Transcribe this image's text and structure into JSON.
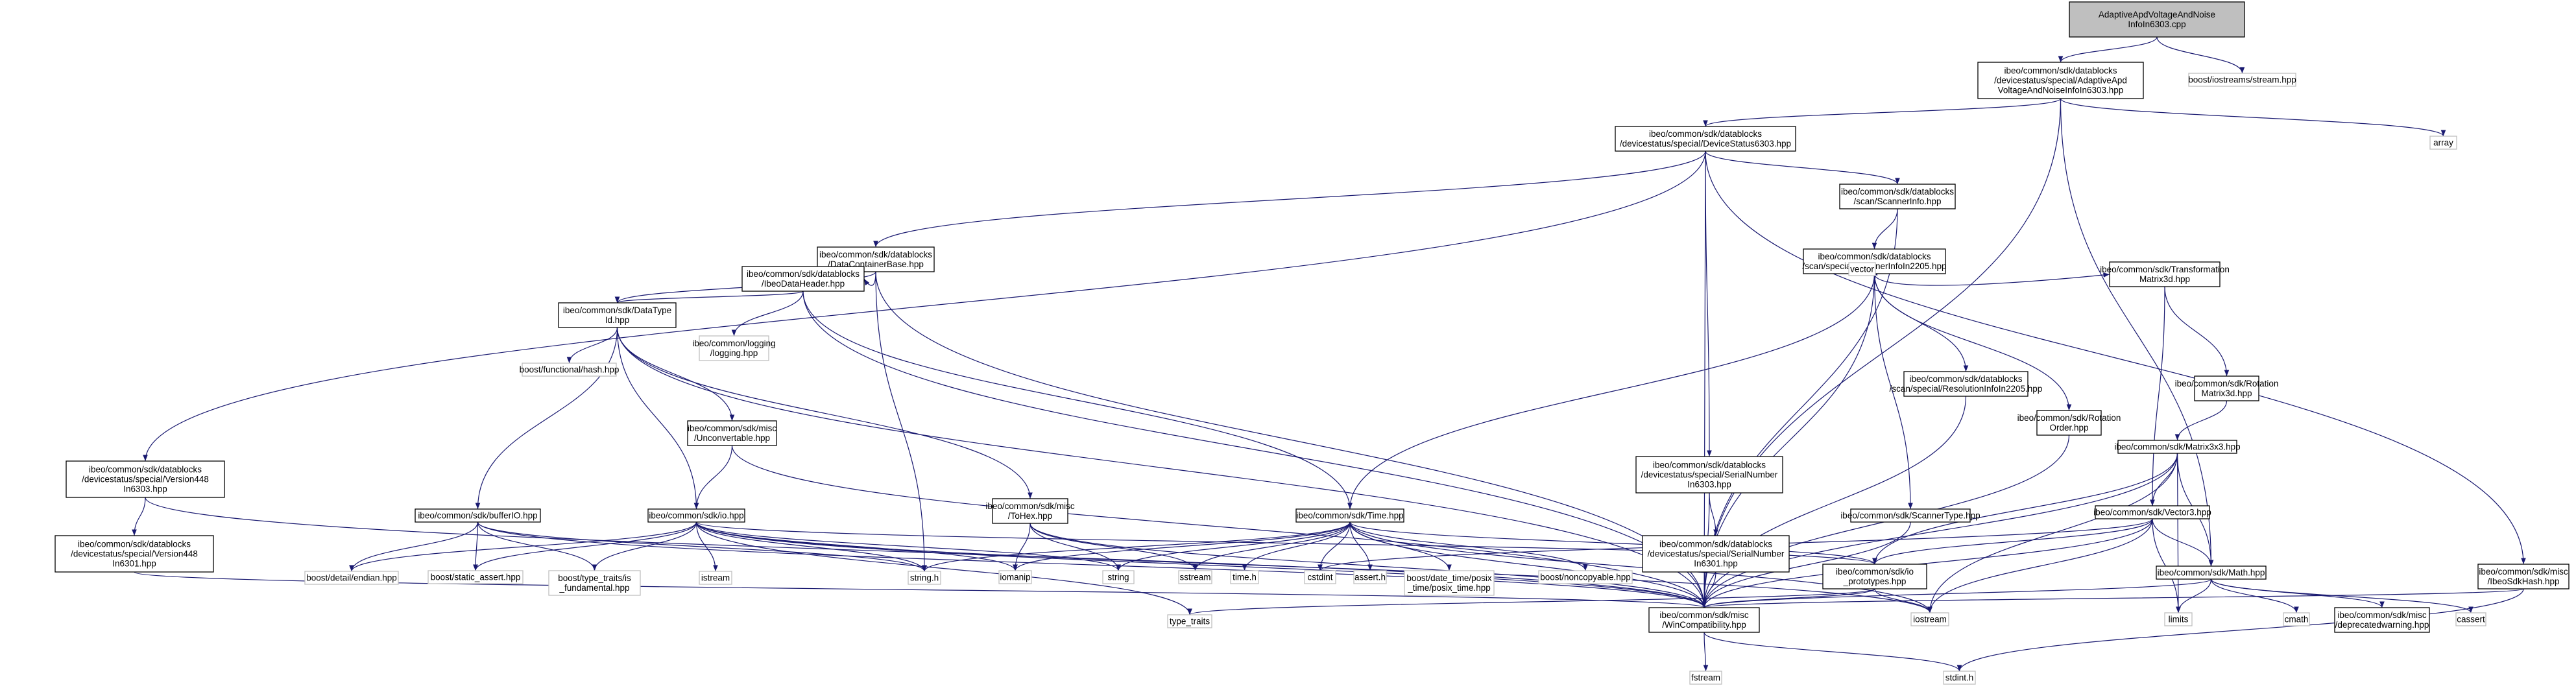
{
  "colors": {
    "edge": "#191970",
    "root_fill": "#bfbfbf",
    "box_border": "#000000",
    "external_border": "#bfbfbf",
    "text": "#000000"
  },
  "nodes": [
    {
      "id": "root",
      "lines": [
        "AdaptiveApdVoltageAndNoise",
        "InfoIn6303.cpp"
      ],
      "kind": "root"
    },
    {
      "id": "adaptive_hpp",
      "lines": [
        "ibeo/common/sdk/datablocks",
        "/devicestatus/special/AdaptiveApd",
        "VoltageAndNoiseInfoIn6303.hpp"
      ]
    },
    {
      "id": "boost_iostreams",
      "lines": [
        "boost/iostreams/stream.hpp"
      ],
      "kind": "ext"
    },
    {
      "id": "devstat6303",
      "lines": [
        "ibeo/common/sdk/datablocks",
        "/devicestatus/special/DeviceStatus6303.hpp"
      ]
    },
    {
      "id": "array",
      "lines": [
        "array"
      ],
      "kind": "ext"
    },
    {
      "id": "scannerinfo",
      "lines": [
        "ibeo/common/sdk/datablocks",
        "/scan/ScannerInfo.hpp"
      ]
    },
    {
      "id": "dcbase",
      "lines": [
        "ibeo/common/sdk/datablocks",
        "/DataContainerBase.hpp"
      ]
    },
    {
      "id": "scaninfo2205",
      "lines": [
        "ibeo/common/sdk/datablocks",
        "/scan/special/ScannerInfoIn2205.hpp"
      ]
    },
    {
      "id": "ibeoheader",
      "lines": [
        "ibeo/common/sdk/datablocks",
        "/IbeoDataHeader.hpp"
      ]
    },
    {
      "id": "vector",
      "lines": [
        "vector"
      ],
      "kind": "ext"
    },
    {
      "id": "transmat",
      "lines": [
        "ibeo/common/sdk/Transformation",
        "Matrix3d.hpp"
      ]
    },
    {
      "id": "datatypeid",
      "lines": [
        "ibeo/common/sdk/DataType",
        "Id.hpp"
      ]
    },
    {
      "id": "logging",
      "lines": [
        "ibeo/common/logging",
        "/logging.hpp"
      ],
      "kind": "ext"
    },
    {
      "id": "resinfo",
      "lines": [
        "ibeo/common/sdk/datablocks",
        "/scan/special/ResolutionInfoIn2205.hpp"
      ]
    },
    {
      "id": "rotmat",
      "lines": [
        "ibeo/common/sdk/Rotation",
        "Matrix3d.hpp"
      ]
    },
    {
      "id": "rotorder",
      "lines": [
        "ibeo/common/sdk/Rotation",
        "Order.hpp"
      ]
    },
    {
      "id": "funchash",
      "lines": [
        "boost/functional/hash.hpp"
      ],
      "kind": "ext"
    },
    {
      "id": "unconv",
      "lines": [
        "ibeo/common/sdk/misc",
        "/Unconvertable.hpp"
      ]
    },
    {
      "id": "matrix3x3",
      "lines": [
        "ibeo/common/sdk/Matrix3x3.hpp"
      ]
    },
    {
      "id": "version448_6303",
      "lines": [
        "ibeo/common/sdk/datablocks",
        "/devicestatus/special/Version448",
        "In6303.hpp"
      ]
    },
    {
      "id": "serial6303",
      "lines": [
        "ibeo/common/sdk/datablocks",
        "/devicestatus/special/SerialNumber",
        "In6303.hpp"
      ]
    },
    {
      "id": "buffero",
      "lines": [
        "ibeo/common/sdk/bufferIO.hpp"
      ]
    },
    {
      "id": "io",
      "lines": [
        "ibeo/common/sdk/io.hpp"
      ]
    },
    {
      "id": "tohex",
      "lines": [
        "ibeo/common/sdk/misc",
        "/ToHex.hpp"
      ]
    },
    {
      "id": "time",
      "lines": [
        "ibeo/common/sdk/Time.hpp"
      ]
    },
    {
      "id": "scannertype",
      "lines": [
        "ibeo/common/sdk/ScannerType.hpp"
      ]
    },
    {
      "id": "vector3",
      "lines": [
        "ibeo/common/sdk/Vector3.hpp"
      ]
    },
    {
      "id": "version448_6301",
      "lines": [
        "ibeo/common/sdk/datablocks",
        "/devicestatus/special/Version448",
        "In6301.hpp"
      ]
    },
    {
      "id": "endian",
      "lines": [
        "boost/detail/endian.hpp"
      ],
      "kind": "ext"
    },
    {
      "id": "staticassert",
      "lines": [
        "boost/static_assert.hpp"
      ],
      "kind": "ext"
    },
    {
      "id": "typetraits_is",
      "lines": [
        "boost/type_traits/is",
        "_fundamental.hpp"
      ],
      "kind": "ext"
    },
    {
      "id": "istream",
      "lines": [
        "istream"
      ],
      "kind": "ext"
    },
    {
      "id": "stringh",
      "lines": [
        "string.h"
      ],
      "kind": "ext"
    },
    {
      "id": "iomanip",
      "lines": [
        "iomanip"
      ],
      "kind": "ext"
    },
    {
      "id": "string",
      "lines": [
        "string"
      ],
      "kind": "ext"
    },
    {
      "id": "sstream",
      "lines": [
        "sstream"
      ],
      "kind": "ext"
    },
    {
      "id": "timeh",
      "lines": [
        "time.h"
      ],
      "kind": "ext"
    },
    {
      "id": "cstdint",
      "lines": [
        "cstdint"
      ],
      "kind": "ext"
    },
    {
      "id": "asserth",
      "lines": [
        "assert.h"
      ],
      "kind": "ext"
    },
    {
      "id": "posixtime",
      "lines": [
        "boost/date_time/posix",
        "_time/posix_time.hpp"
      ],
      "kind": "ext"
    },
    {
      "id": "noncopyable",
      "lines": [
        "boost/noncopyable.hpp"
      ],
      "kind": "ext"
    },
    {
      "id": "serial6301",
      "lines": [
        "ibeo/common/sdk/datablocks",
        "/devicestatus/special/SerialNumber",
        "In6301.hpp"
      ]
    },
    {
      "id": "ioproto",
      "lines": [
        "ibeo/common/sdk/io",
        "_prototypes.hpp"
      ]
    },
    {
      "id": "math",
      "lines": [
        "ibeo/common/sdk/Math.hpp"
      ]
    },
    {
      "id": "sdkhash",
      "lines": [
        "ibeo/common/sdk/misc",
        "/IbeoSdkHash.hpp"
      ]
    },
    {
      "id": "wincompat",
      "lines": [
        "ibeo/common/sdk/misc",
        "/WinCompatibility.hpp"
      ]
    },
    {
      "id": "iostream",
      "lines": [
        "iostream"
      ],
      "kind": "ext"
    },
    {
      "id": "limits",
      "lines": [
        "limits"
      ],
      "kind": "ext"
    },
    {
      "id": "cmath",
      "lines": [
        "cmath"
      ],
      "kind": "ext"
    },
    {
      "id": "deprecated",
      "lines": [
        "ibeo/common/sdk/misc",
        "/deprecatedwarning.hpp"
      ]
    },
    {
      "id": "cassert",
      "lines": [
        "cassert"
      ],
      "kind": "ext"
    },
    {
      "id": "type_traits",
      "lines": [
        "type_traits"
      ],
      "kind": "ext"
    },
    {
      "id": "fstream",
      "lines": [
        "fstream"
      ],
      "kind": "ext"
    },
    {
      "id": "stdinth",
      "lines": [
        "stdint.h"
      ],
      "kind": "ext"
    }
  ],
  "edges": [
    [
      "root",
      "adaptive_hpp"
    ],
    [
      "root",
      "boost_iostreams"
    ],
    [
      "adaptive_hpp",
      "devstat6303"
    ],
    [
      "adaptive_hpp",
      "array"
    ],
    [
      "adaptive_hpp",
      "math"
    ],
    [
      "adaptive_hpp",
      "wincompat"
    ],
    [
      "devstat6303",
      "scannerinfo"
    ],
    [
      "devstat6303",
      "dcbase"
    ],
    [
      "devstat6303",
      "version448_6303"
    ],
    [
      "devstat6303",
      "serial6303"
    ],
    [
      "devstat6303",
      "sdkhash"
    ],
    [
      "devstat6303",
      "wincompat"
    ],
    [
      "scannerinfo",
      "scaninfo2205"
    ],
    [
      "scannerinfo",
      "wincompat"
    ],
    [
      "dcbase",
      "datatypeid"
    ],
    [
      "dcbase",
      "ibeoheader"
    ],
    [
      "dcbase",
      "stringh"
    ],
    [
      "dcbase",
      "wincompat"
    ],
    [
      "ibeoheader",
      "datatypeid"
    ],
    [
      "ibeoheader",
      "logging"
    ],
    [
      "ibeoheader",
      "time"
    ],
    [
      "ibeoheader",
      "wincompat"
    ],
    [
      "scaninfo2205",
      "vector"
    ],
    [
      "scaninfo2205",
      "transmat"
    ],
    [
      "scaninfo2205",
      "resinfo"
    ],
    [
      "scaninfo2205",
      "rotorder"
    ],
    [
      "scaninfo2205",
      "scannertype"
    ],
    [
      "scaninfo2205",
      "time"
    ],
    [
      "scaninfo2205",
      "wincompat"
    ],
    [
      "transmat",
      "rotmat"
    ],
    [
      "transmat",
      "vector3"
    ],
    [
      "rotmat",
      "matrix3x3"
    ],
    [
      "matrix3x3",
      "vector3"
    ],
    [
      "matrix3x3",
      "math"
    ],
    [
      "matrix3x3",
      "ioproto"
    ],
    [
      "matrix3x3",
      "limits"
    ],
    [
      "matrix3x3",
      "iostream"
    ],
    [
      "matrix3x3",
      "wincompat"
    ],
    [
      "datatypeid",
      "funchash"
    ],
    [
      "datatypeid",
      "unconv"
    ],
    [
      "datatypeid",
      "buffero"
    ],
    [
      "datatypeid",
      "io"
    ],
    [
      "datatypeid",
      "tohex"
    ],
    [
      "datatypeid",
      "wincompat"
    ],
    [
      "unconv",
      "io"
    ],
    [
      "unconv",
      "wincompat"
    ],
    [
      "version448_6303",
      "version448_6301"
    ],
    [
      "version448_6303",
      "wincompat"
    ],
    [
      "version448_6301",
      "wincompat"
    ],
    [
      "serial6303",
      "serial6301"
    ],
    [
      "serial6303",
      "wincompat"
    ],
    [
      "serial6301",
      "wincompat"
    ],
    [
      "buffero",
      "endian"
    ],
    [
      "buffero",
      "staticassert"
    ],
    [
      "buffero",
      "typetraits_is"
    ],
    [
      "buffero",
      "stringh"
    ],
    [
      "buffero",
      "wincompat"
    ],
    [
      "io",
      "endian"
    ],
    [
      "io",
      "staticassert"
    ],
    [
      "io",
      "typetraits_is"
    ],
    [
      "io",
      "istream"
    ],
    [
      "io",
      "stringh"
    ],
    [
      "io",
      "iomanip"
    ],
    [
      "io",
      "string"
    ],
    [
      "io",
      "ioproto"
    ],
    [
      "io",
      "type_traits"
    ],
    [
      "io",
      "iostream"
    ],
    [
      "io",
      "wincompat"
    ],
    [
      "tohex",
      "iomanip"
    ],
    [
      "tohex",
      "string"
    ],
    [
      "tohex",
      "sstream"
    ],
    [
      "tohex",
      "wincompat"
    ],
    [
      "time",
      "stringh"
    ],
    [
      "time",
      "iomanip"
    ],
    [
      "time",
      "string"
    ],
    [
      "time",
      "sstream"
    ],
    [
      "time",
      "timeh"
    ],
    [
      "time",
      "cstdint"
    ],
    [
      "time",
      "asserth"
    ],
    [
      "time",
      "posixtime"
    ],
    [
      "time",
      "noncopyable"
    ],
    [
      "time",
      "ioproto"
    ],
    [
      "time",
      "iostream"
    ],
    [
      "time",
      "wincompat"
    ],
    [
      "resinfo",
      "wincompat"
    ],
    [
      "rotorder",
      "wincompat"
    ],
    [
      "scannertype",
      "wincompat"
    ],
    [
      "vector3",
      "math"
    ],
    [
      "vector3",
      "ioproto"
    ],
    [
      "vector3",
      "cstdint"
    ],
    [
      "vector3",
      "limits"
    ],
    [
      "vector3",
      "iostream"
    ],
    [
      "vector3",
      "wincompat"
    ],
    [
      "ioproto",
      "type_traits"
    ],
    [
      "ioproto",
      "iostream"
    ],
    [
      "ioproto",
      "wincompat"
    ],
    [
      "math",
      "limits"
    ],
    [
      "math",
      "cmath"
    ],
    [
      "math",
      "deprecated"
    ],
    [
      "math",
      "cassert"
    ],
    [
      "math",
      "wincompat"
    ],
    [
      "sdkhash",
      "stdinth"
    ],
    [
      "sdkhash",
      "wincompat"
    ],
    [
      "wincompat",
      "fstream"
    ],
    [
      "wincompat",
      "stdinth"
    ]
  ]
}
